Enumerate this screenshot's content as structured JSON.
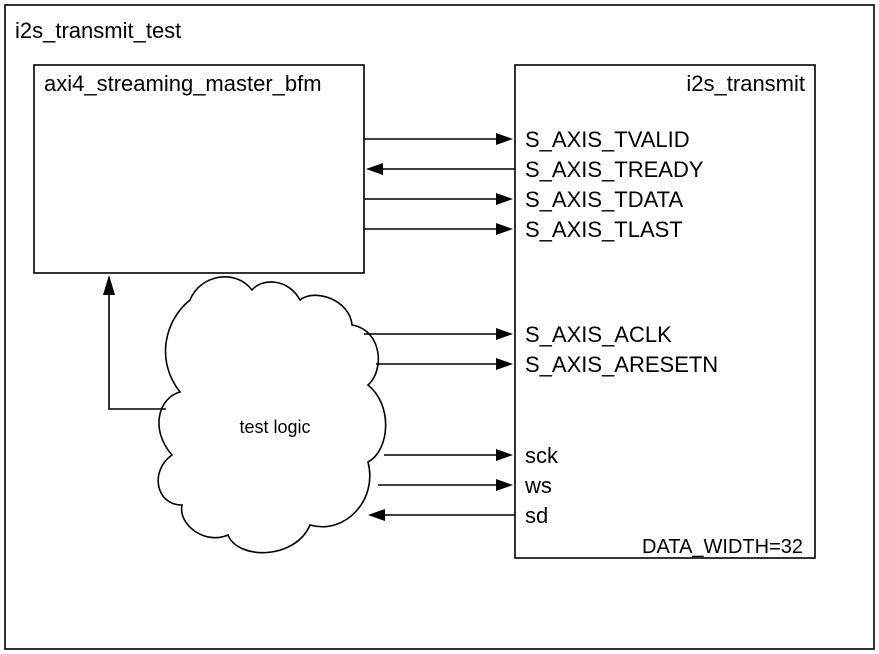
{
  "outer": {
    "title": "i2s_transmit_test"
  },
  "bfm": {
    "title": "axi4_streaming_master_bfm"
  },
  "dut": {
    "title": "i2s_transmit",
    "param": "DATA_WIDTH=32",
    "ports": {
      "tvalid": "S_AXIS_TVALID",
      "tready": "S_AXIS_TREADY",
      "tdata": "S_AXIS_TDATA",
      "tlast": "S_AXIS_TLAST",
      "aclk": "S_AXIS_ACLK",
      "aresetn": "S_AXIS_ARESETN",
      "sck": "sck",
      "ws": "ws",
      "sd": "sd"
    }
  },
  "cloud": {
    "label": "test logic"
  }
}
